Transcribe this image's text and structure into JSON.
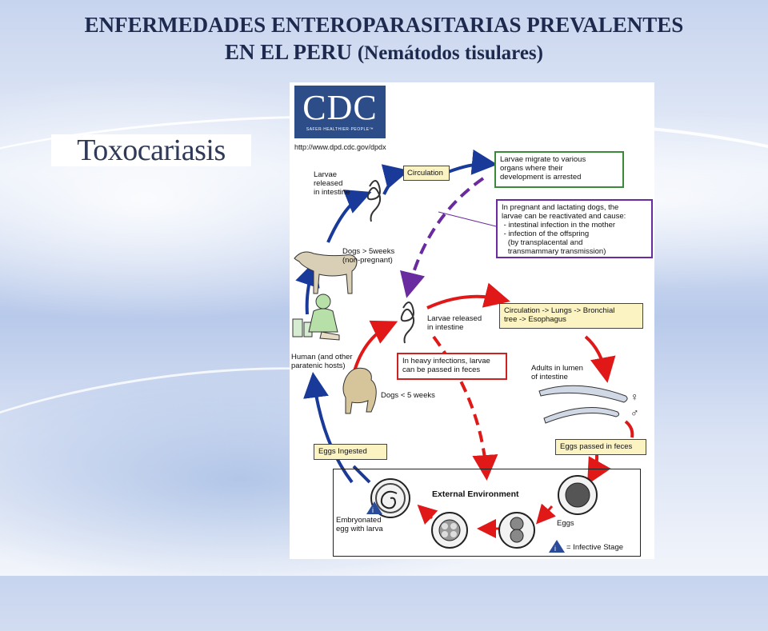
{
  "slide": {
    "title_line1": "ENFERMEDADES  ENTEROPARASITARIAS  PREVALENTES",
    "title_line2_main": "EN  EL  PERU",
    "title_line2_paren": "(Nemátodos tisulares)",
    "subtitle_image_text": "Toxocariasis"
  },
  "diagram": {
    "logo_text": "CDC",
    "logo_tagline": "SAFER·HEALTHIER·PEOPLE™",
    "url": "http://www.dpd.cdc.gov/dpdx",
    "labels": {
      "larvae_released_intestine_dogs": "Larvae\nreleased\nin intestine",
      "circulation": "Circulation",
      "larvae_migrate": "Larvae migrate to various\norgans where their\ndevelopment is arrested",
      "pregnant_dogs": "In pregnant and lactating dogs, the\nlarvae can be reactivated and cause:\n - intestinal infection in the mother\n - infection of the offspring\n   (by transplacental and\n   transmammary transmission)",
      "dogs_over_5w": "Dogs > 5weeks\n(non-pregnant)",
      "human_hosts": "Human (and other\nparatenic hosts)",
      "larvae_released_intestine_pups": "Larvae released\nin intestine",
      "circulation_lungs": "Circulation -> Lungs -> Bronchial\ntree -> Esophagus",
      "heavy_infections": "In heavy infections, larvae\ncan be passed in feces",
      "dogs_under_5w": "Dogs < 5 weeks",
      "adults_lumen": "Adults in lumen\nof intestine",
      "female_symbol": "♀",
      "male_symbol": "♂",
      "eggs_ingested": "Eggs Ingested",
      "eggs_passed": "Eggs passed in feces",
      "external_environment": "External Environment",
      "embryonated_egg": "Embryonated\negg with larva",
      "eggs": "Eggs",
      "infective_stage": "= Infective Stage",
      "info_icon_letter": "i"
    }
  }
}
